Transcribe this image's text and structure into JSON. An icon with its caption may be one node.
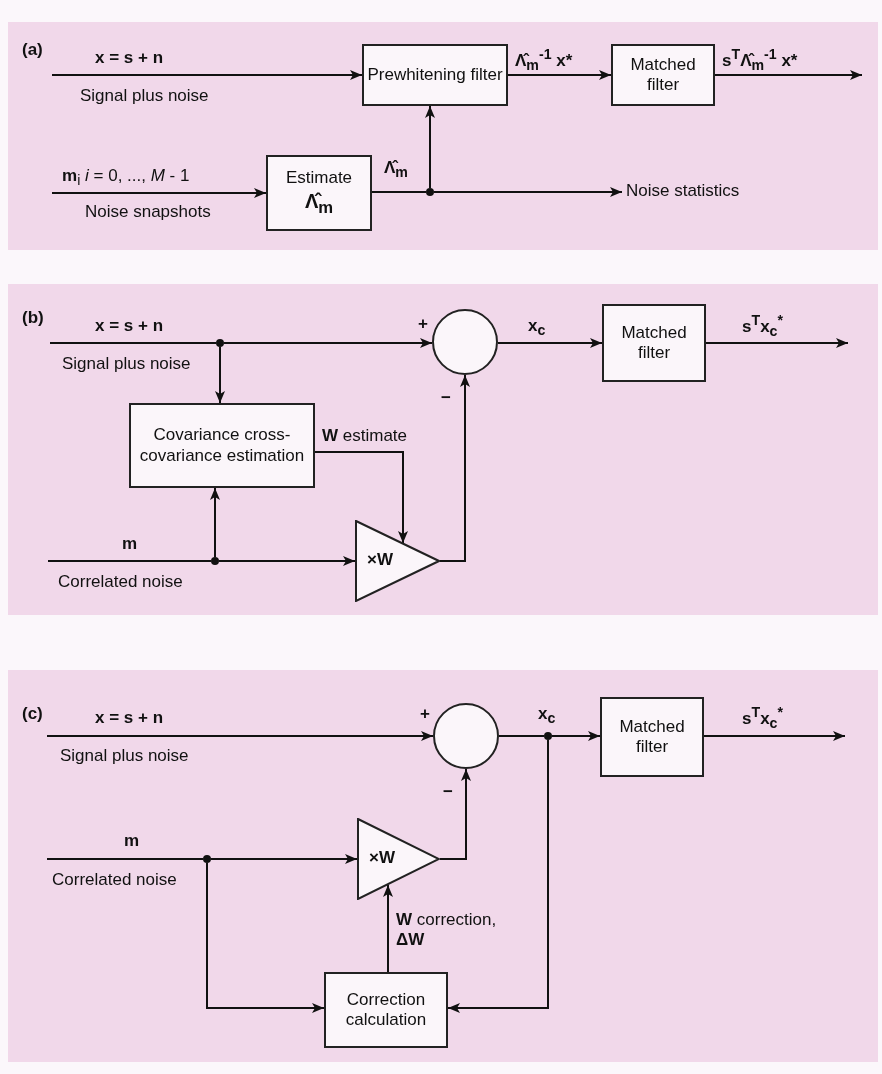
{
  "diagram": {
    "nodes": [
      {
        "text": [
          "(a)"
        ]
      },
      {
        "text": [
          "Prewhitening filter"
        ],
        "in": 0
      },
      {
        "text": [
          "Matched filter"
        ],
        "in": 0
      },
      {
        "text": [
          "Estimate",
          "Λ̂$_{m}$"
        ],
        "in": 0
      },
      {
        "text": [],
        "shape": "circle",
        "in": 0
      },
      {
        "text": [
          "Noise statistics"
        ],
        "in": 0
      },
      {
        "text": [
          "(b)"
        ]
      },
      {
        "text": [],
        "shape": "circle",
        "in": 6
      },
      {
        "text": [],
        "shape": "circle",
        "in": 6,
        "beside": [
          "+",
          "−"
        ]
      },
      {
        "text": [
          "Matched filter"
        ],
        "in": 6
      },
      {
        "text": [
          "Covariance cross-covariance estimation"
        ],
        "in": 6
      },
      {
        "text": [],
        "shape": "circle",
        "in": 6
      },
      {
        "text": [
          "×W"
        ],
        "in": 6
      },
      {
        "text": [
          "(c)"
        ]
      },
      {
        "text": [],
        "shape": "circle",
        "in": 13,
        "beside": [
          "+",
          "−"
        ]
      },
      {
        "text": [],
        "shape": "circle",
        "in": 13
      },
      {
        "text": [
          "Matched filter"
        ],
        "in": 13
      },
      {
        "text": [
          "×W"
        ],
        "in": 13
      },
      {
        "text": [],
        "shape": "circle",
        "in": 13
      },
      {
        "text": [
          "Correction calculation"
        ],
        "in": 13
      }
    ],
    "edges": [
      {
        "from": null,
        "to": 1,
        "arrow": "to",
        "label": "x = s + n"
      },
      {
        "from": 1,
        "to": 2,
        "arrow": "to",
        "label": "Λ̂$_{m}$$^{-1}$ x*"
      },
      {
        "from": 2,
        "to": null,
        "arrow": "to",
        "label": "s$^{T}$Λ̂$_{m}$$^{-1}$ x*"
      },
      {
        "from": null,
        "to": 3,
        "arrow": "to",
        "label": "**m**$_{i}$ *i* = 0, ..., *M* - 1"
      },
      {
        "from": 3,
        "to": 4,
        "arrow": "none",
        "label": "Λ̂$_{m}$"
      },
      {
        "from": 4,
        "to": 1,
        "arrow": "to"
      },
      {
        "from": 4,
        "to": 5,
        "arrow": "to"
      },
      {
        "from": null,
        "to": 7,
        "arrow": "none",
        "label": "x = s + n"
      },
      {
        "from": 7,
        "to": 8,
        "arrow": "to"
      },
      {
        "from": 7,
        "to": 10,
        "arrow": "to"
      },
      {
        "from": 8,
        "to": 9,
        "arrow": "to",
        "label": "x$_{c}$"
      },
      {
        "from": 9,
        "to": null,
        "arrow": "to",
        "label": "s$^{T}$x$_{c}$$^{*}$"
      },
      {
        "from": null,
        "to": 11,
        "arrow": "none",
        "label": "m"
      },
      {
        "from": 11,
        "to": 10,
        "arrow": "to"
      },
      {
        "from": 11,
        "to": 12,
        "arrow": "to"
      },
      {
        "from": 10,
        "to": 12,
        "arrow": "to",
        "label": "**W** estimate"
      },
      {
        "from": 12,
        "to": 8,
        "arrow": "to"
      },
      {
        "from": null,
        "to": 14,
        "arrow": "to",
        "label": "x = s + n"
      },
      {
        "from": 14,
        "to": 15,
        "arrow": "none",
        "label": "x$_{c}$"
      },
      {
        "from": 15,
        "to": 16,
        "arrow": "to"
      },
      {
        "from": 16,
        "to": null,
        "arrow": "to",
        "label": "s$^{T}$x$_{c}$$^{*}$"
      },
      {
        "from": null,
        "to": 18,
        "arrow": "none",
        "label": "m"
      },
      {
        "from": 18,
        "to": 17,
        "arrow": "to"
      },
      {
        "from": 18,
        "to": 19,
        "arrow": "to"
      },
      {
        "from": 15,
        "to": 19,
        "arrow": "to"
      },
      {
        "from": 19,
        "to": 17,
        "arrow": "to",
        "label": "**W** correction, **ΔW**"
      },
      {
        "from": 17,
        "to": 14,
        "arrow": "to"
      }
    ],
    "labels": [
      "Signal plus noise",
      "Noise snapshots",
      "Signal plus noise",
      "Correlated noise",
      "Signal plus noise",
      "Correlated noise"
    ]
  }
}
